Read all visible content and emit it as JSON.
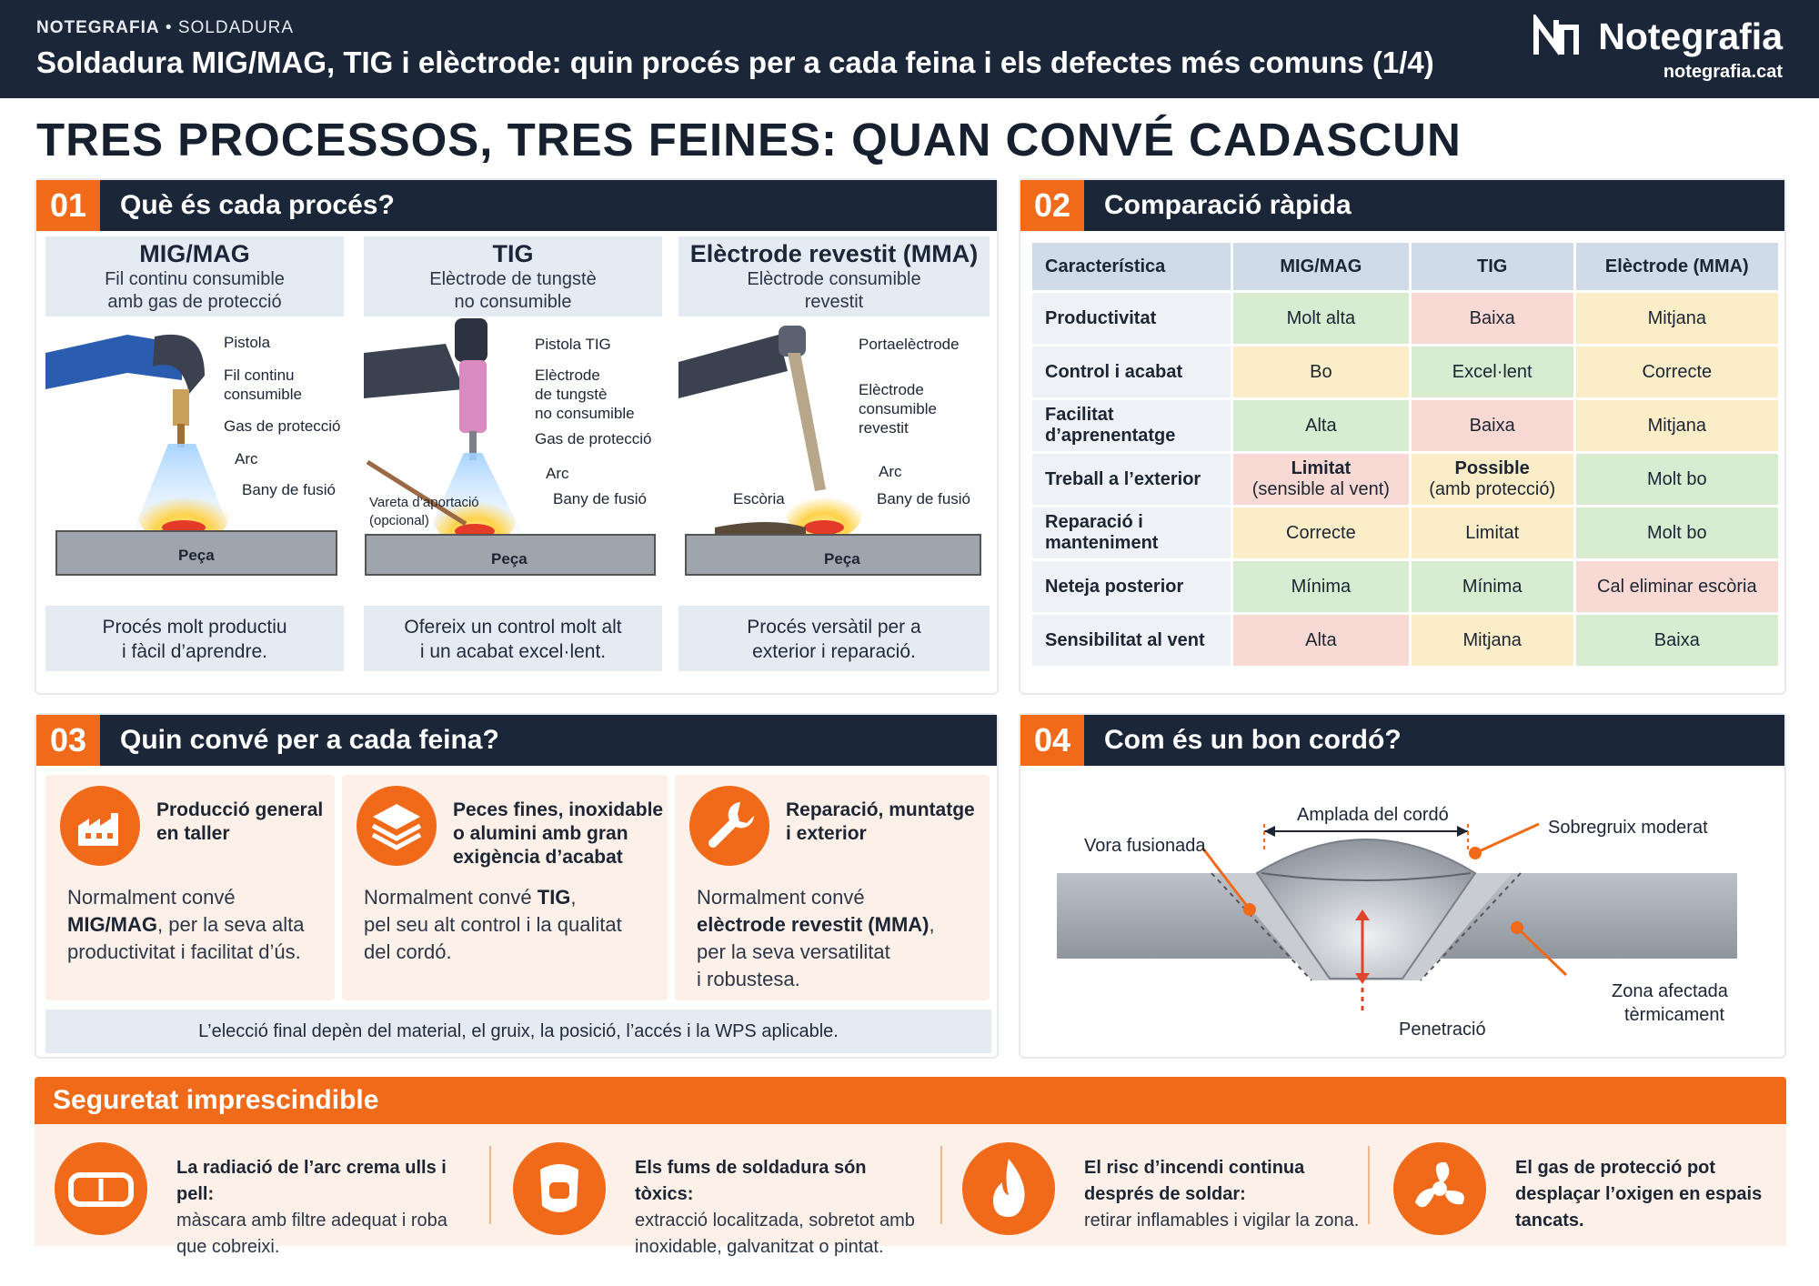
{
  "header": {
    "kicker_brand": "NOTEGRAFIA",
    "kicker_sep": "•",
    "kicker_topic": "SOLDADURA",
    "title": "Soldadura MIG/MAG, TIG i elèctrode: quin procés per a cada feina i els defectes més comuns (1/4)",
    "brand": "Notegrafia",
    "url": "notegrafia.cat"
  },
  "main_title": "TRES PROCESSOS, TRES FEINES: QUAN CONVÉ CADASCUN",
  "s1": {
    "num": "01",
    "title": "Què és cada procés?",
    "procs": [
      {
        "name": "MIG/MAG",
        "d1": "Fil continu consumible",
        "d2": "amb gas de protecció",
        "labels": [
          "Pistola",
          "Fil continu",
          "consumible",
          "Gas de protecció",
          "Arc",
          "Bany de fusió"
        ],
        "piece": "Peça",
        "f1": "Procés molt productiu",
        "f2": "i fàcil d’aprendre."
      },
      {
        "name": "TIG",
        "d1": "Elèctrode de tungstè",
        "d2": "no consumible",
        "labels": [
          "Pistola TIG",
          "Elèctrode",
          "de tungstè",
          "no consumible",
          "Gas de protecció",
          "Arc",
          "Bany de fusió",
          "Vareta d’aportació",
          "(opcional)"
        ],
        "piece": "Peça",
        "f1": "Ofereix un control molt alt",
        "f2": "i un acabat excel·lent."
      },
      {
        "name": "Elèctrode revestit (MMA)",
        "d1": "Elèctrode consumible",
        "d2": "revestit",
        "labels": [
          "Portaelèctrode",
          "Elèctrode",
          "consumible",
          "revestit",
          "Arc",
          "Escòria",
          "Bany de fusió"
        ],
        "piece": "Peça",
        "f1": "Procés versàtil per a",
        "f2": "exterior i reparació."
      }
    ]
  },
  "s2": {
    "num": "02",
    "title": "Comparació ràpida",
    "headers": [
      "Característica",
      "MIG/MAG",
      "TIG",
      "Elèctrode (MMA)"
    ],
    "rows": [
      {
        "label": "Productivitat",
        "cells": [
          [
            "Molt alta",
            ""
          ],
          [
            "Baixa",
            ""
          ],
          [
            "Mitjana",
            ""
          ]
        ],
        "colors": [
          "g",
          "r",
          "y"
        ]
      },
      {
        "label": "Control i acabat",
        "cells": [
          [
            "Bo",
            ""
          ],
          [
            "Excel·lent",
            ""
          ],
          [
            "Correcte",
            ""
          ]
        ],
        "colors": [
          "y",
          "g",
          "y"
        ]
      },
      {
        "label": "Facilitat d’aprenentatge",
        "cells": [
          [
            "Alta",
            ""
          ],
          [
            "Baixa",
            ""
          ],
          [
            "Mitjana",
            ""
          ]
        ],
        "colors": [
          "g",
          "r",
          "y"
        ]
      },
      {
        "label": "Treball a l’exterior",
        "cells": [
          [
            "Limitat",
            "(sensible al vent)"
          ],
          [
            "Possible",
            "(amb protecció)"
          ],
          [
            "Molt bo",
            ""
          ]
        ],
        "colors": [
          "r",
          "y",
          "g"
        ]
      },
      {
        "label": "Reparació i manteniment",
        "cells": [
          [
            "Correcte",
            ""
          ],
          [
            "Limitat",
            ""
          ],
          [
            "Molt bo",
            ""
          ]
        ],
        "colors": [
          "y",
          "y",
          "g"
        ]
      },
      {
        "label": "Neteja posterior",
        "cells": [
          [
            "Mínima",
            ""
          ],
          [
            "Mínima",
            ""
          ],
          [
            "Cal eliminar escòria",
            ""
          ]
        ],
        "colors": [
          "g",
          "g",
          "r"
        ]
      },
      {
        "label": "Sensibilitat al vent",
        "cells": [
          [
            "Alta",
            ""
          ],
          [
            "Mitjana",
            ""
          ],
          [
            "Baixa",
            ""
          ]
        ],
        "colors": [
          "r",
          "y",
          "g"
        ]
      }
    ]
  },
  "s3": {
    "num": "03",
    "title": "Quin convé per a cada feina?",
    "tasks": [
      {
        "icon": "factory-icon",
        "t1": "Producció general",
        "t2": "en taller",
        "t3": "",
        "b1": "Normalment convé",
        "b2": "MIG/MAG",
        "b3": ", per la seva alta",
        "b4": "productivitat i facilitat d’ús."
      },
      {
        "icon": "layers-icon",
        "t1": "Peces fines, inoxidable",
        "t2": "o alumini amb gran",
        "t3": "exigència d’acabat",
        "b1": "Normalment convé ",
        "b2": "TIG",
        "b3": ",",
        "b4": "pel seu alt control i la qualitat",
        "b5": "del cordó."
      },
      {
        "icon": "wrench-icon",
        "t1": "Reparació, muntatge",
        "t2": "i exterior",
        "t3": "",
        "b1": "Normalment convé",
        "b2": "elèctrode revestit (MMA)",
        "b3": ",",
        "b4": "per la seva versatilitat",
        "b5": "i robustesa."
      }
    ],
    "note": "L’elecció final depèn del material, el gruix, la posició, l’accés i la WPS aplicable."
  },
  "s4": {
    "num": "04",
    "title": "Com és un bon cordó?",
    "labels": {
      "width": "Amplada del cordó",
      "reinf": "Sobregruix moderat",
      "edge": "Vora fusionada",
      "haz1": "Zona afectada",
      "haz2": "tèrmicament",
      "pen": "Penetració"
    }
  },
  "safety": {
    "title": "Seguretat imprescindible",
    "items": [
      {
        "icon": "goggles-icon",
        "b": "La radiació de l’arc crema ulls i pell:",
        "t": "màscara amb filtre adequat i roba que cobreixi."
      },
      {
        "icon": "respirator-icon",
        "b": "Els fums de soldadura són tòxics:",
        "t": "extracció localitzada, sobretot amb inoxidable, galvanitzat o pintat."
      },
      {
        "icon": "fire-icon",
        "b": "El risc d’incendi continua després de soldar:",
        "t": "retirar inflamables i vigilar la zona."
      },
      {
        "icon": "fan-icon",
        "b": "El gas de protecció pot desplaçar l’oxigen en espais tancats.",
        "t": ""
      }
    ]
  },
  "colors": {
    "navy": "#1b2739",
    "orange": "#f06a1a",
    "green": "#d7ecd1",
    "red": "#f8d9d3",
    "yellow": "#fbedc7"
  }
}
